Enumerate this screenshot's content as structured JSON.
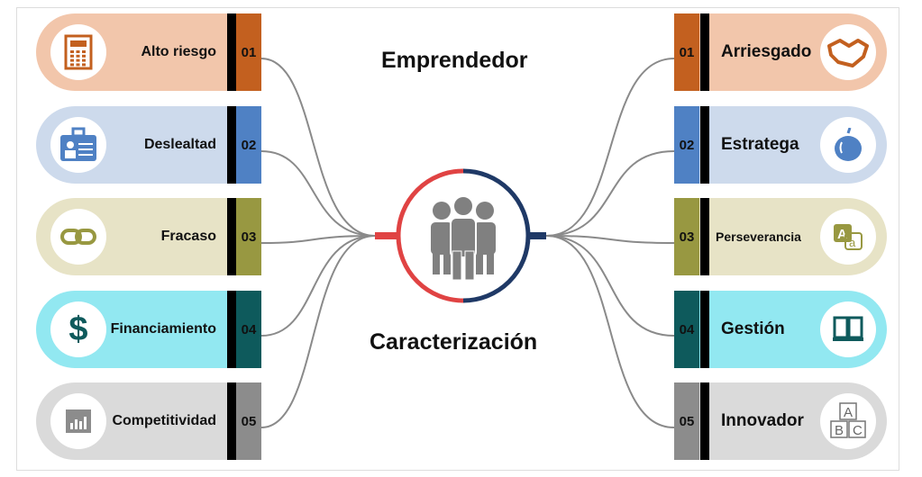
{
  "title_top": "Emprendedor",
  "title_bottom": "Caracterización",
  "center_icon": "people-group-icon",
  "left": [
    {
      "num": "01",
      "label": "Alto riesgo",
      "icon": "calculator-icon",
      "bg": "#f2c6ab",
      "tab": "#c3601f"
    },
    {
      "num": "02",
      "label": "Deslealtad",
      "icon": "id-badge-icon",
      "bg": "#cddaec",
      "tab": "#4f81c4"
    },
    {
      "num": "03",
      "label": "Fracaso",
      "icon": "chain-link-icon",
      "bg": "#e7e3c6",
      "tab": "#989841"
    },
    {
      "num": "04",
      "label": "Financiamiento",
      "icon": "dollar-icon",
      "bg": "#92e8f1",
      "tab": "#0e5a5c"
    },
    {
      "num": "05",
      "label": "Competitividad",
      "icon": "bar-chart-icon",
      "bg": "#dadada",
      "tab": "#8c8c8c"
    }
  ],
  "right": [
    {
      "num": "01",
      "label": "Arriesgado",
      "icon": "handshake-icon",
      "bg": "#f2c6ab",
      "tab": "#c3601f"
    },
    {
      "num": "02",
      "label": "Estratega",
      "icon": "apple-icon",
      "bg": "#cddaec",
      "tab": "#4f81c4"
    },
    {
      "num": "03",
      "label": "Perseverancia",
      "icon": "translate-icon",
      "bg": "#e7e3c6",
      "tab": "#989841"
    },
    {
      "num": "04",
      "label": "Gestión",
      "icon": "book-icon",
      "bg": "#92e8f1",
      "tab": "#0e5a5c"
    },
    {
      "num": "05",
      "label": "Innovador",
      "icon": "abc-blocks-icon",
      "bg": "#dadada",
      "tab": "#8c8c8c"
    }
  ],
  "colors": {
    "left_ring": "#e04343",
    "right_ring": "#1f3966",
    "line": "#8a8a8a"
  }
}
